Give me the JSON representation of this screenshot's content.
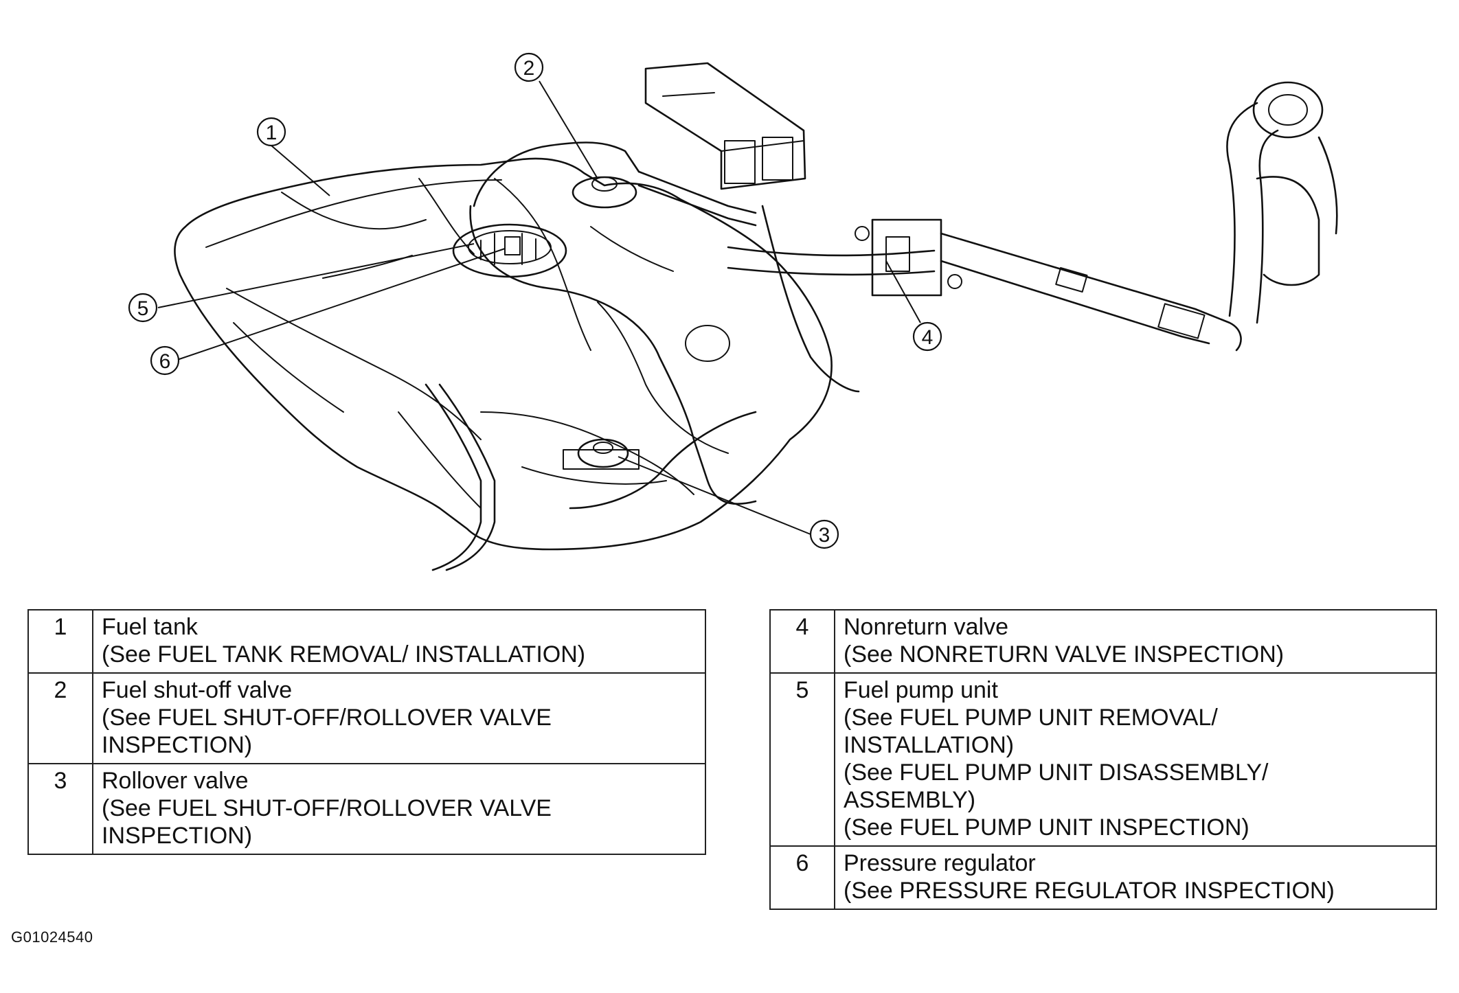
{
  "figure_id": "G01024540",
  "callouts": [
    "1",
    "2",
    "3",
    "4",
    "5",
    "6"
  ],
  "legend_left": [
    {
      "num": "1",
      "name": "Fuel tank",
      "refs": "(See FUEL TANK REMOVAL/ INSTALLATION)"
    },
    {
      "num": "2",
      "name": "Fuel shut-off valve",
      "refs": "(See FUEL SHUT-OFF/ROLLOVER VALVE\nINSPECTION)"
    },
    {
      "num": "3",
      "name": "Rollover valve",
      "refs": "(See FUEL SHUT-OFF/ROLLOVER VALVE\nINSPECTION)"
    }
  ],
  "legend_right": [
    {
      "num": "4",
      "name": "Nonreturn valve",
      "refs": "(See NONRETURN VALVE INSPECTION)"
    },
    {
      "num": "5",
      "name": "Fuel pump unit",
      "refs": "(See FUEL PUMP UNIT REMOVAL/\nINSTALLATION)\n(See FUEL PUMP UNIT DISASSEMBLY/\nASSEMBLY)\n(See FUEL PUMP UNIT INSPECTION)"
    },
    {
      "num": "6",
      "name": "Pressure regulator",
      "refs": "(See PRESSURE REGULATOR INSPECTION)"
    }
  ]
}
